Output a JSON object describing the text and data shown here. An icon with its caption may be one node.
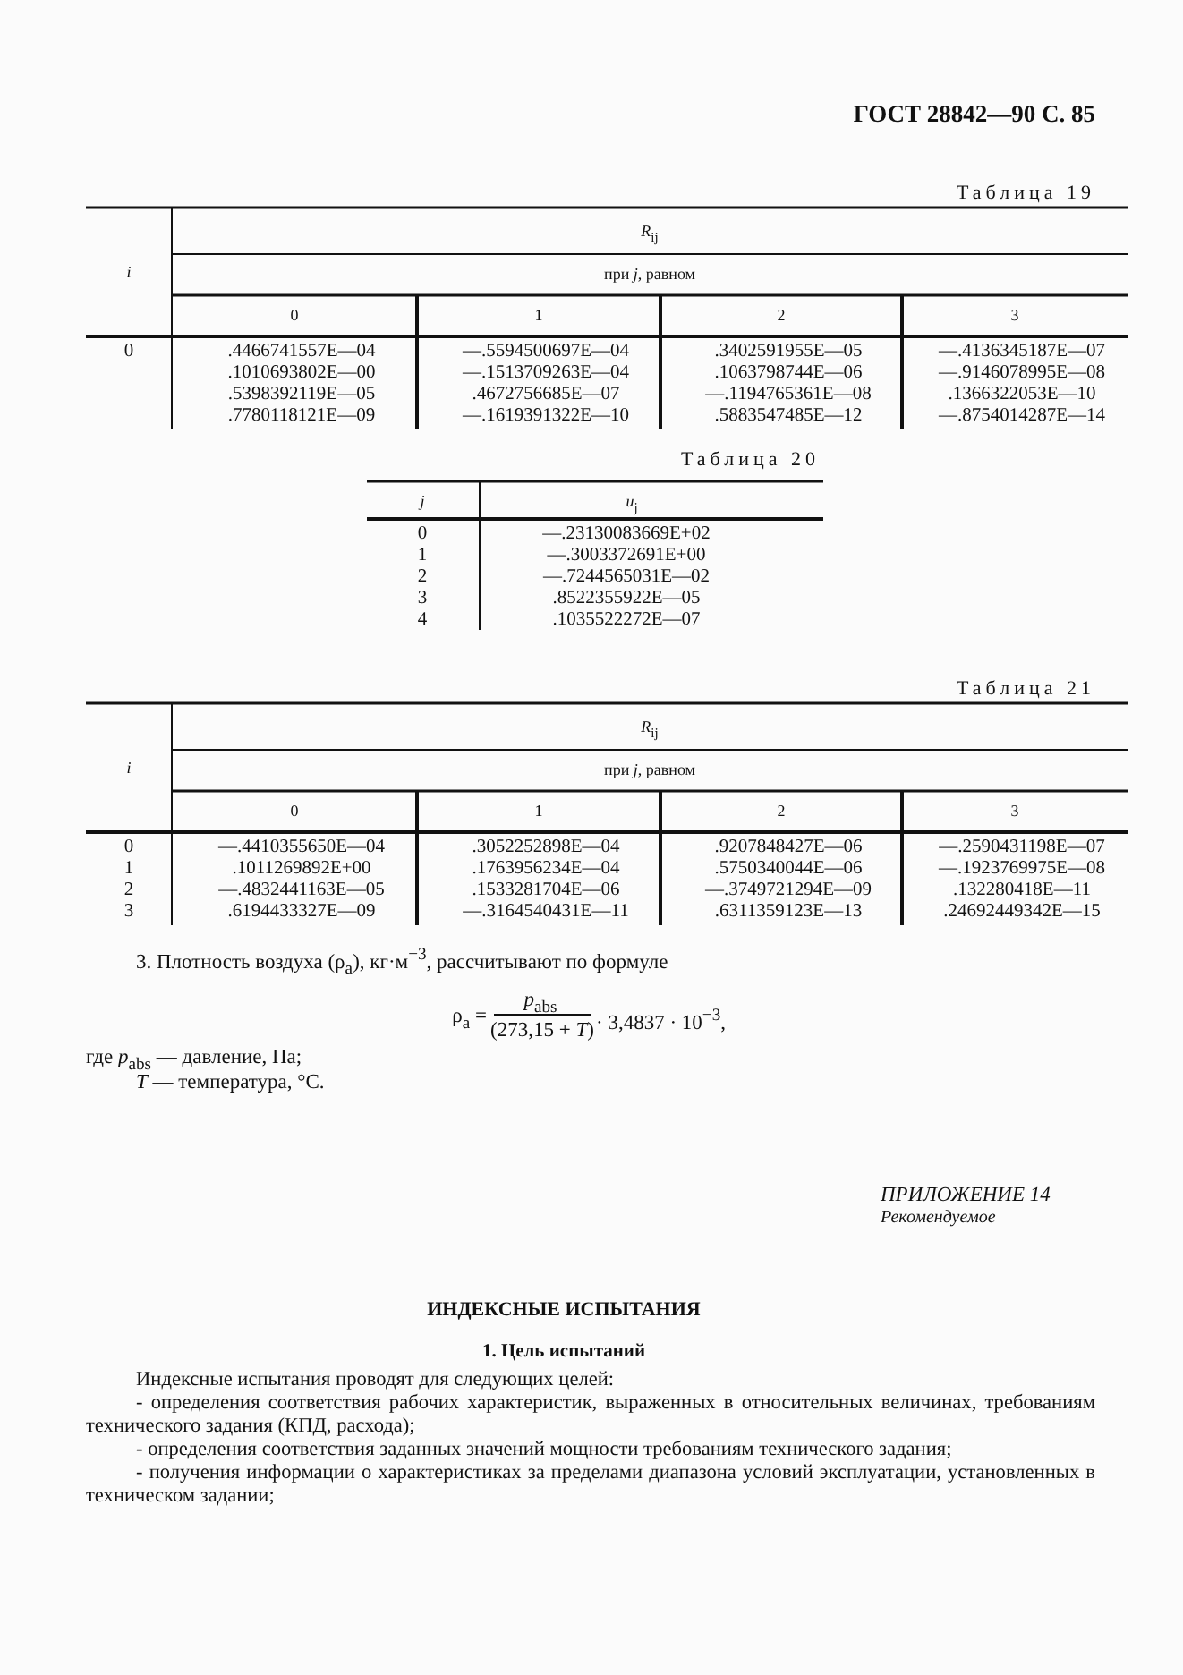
{
  "diagram": {
    "labels": [
      "ГОСТ 28842—90 С. 85",
      "Таблица 19",
      "*i*",
      "*R*$_{ij}$",
      "при *j*, равном",
      "0",
      "1",
      "2",
      "3",
      "0",
      ".4466741557E—04",
      "—.5594500697E—04",
      ".3402591955E—05",
      "—.4136345187E—07",
      ".1010693802E—00",
      "—.1513709263E—04",
      ".1063798744E—06",
      "—.9146078995E—08",
      ".5398392119E—05",
      ".4672756685E—07",
      "—.1194765361E—08",
      ".1366322053E—10",
      ".7780118121E—09",
      "—.1619391322E—10",
      ".5883547485E—12",
      "—.8754014287E—14",
      "Таблица 20",
      "*j*",
      "*u*$_{j}$",
      "0",
      "—.23130083669E+02",
      "1",
      "—.3003372691E+00",
      "2",
      "—.7244565031E—02",
      "3",
      ".8522355922E—05",
      "4",
      ".1035522272E—07",
      "Таблица 21",
      "*i*",
      "*R*$_{ij}$",
      "при *j*, равном",
      "0",
      "1",
      "2",
      "3",
      "0",
      "—.4410355650E—04",
      ".3052252898E—04",
      ".9207848427E—06",
      "—.2590431198E—07",
      "1",
      ".1011269892E+00",
      ".1763956234E—04",
      ".5750340044E—06",
      "—.1923769975E—08",
      "2",
      "—.4832441163E—05",
      ".1533281704E—06",
      "—.3749721294E—09",
      ".132280418E—11",
      "3",
      ".6194433327E—09",
      "—.3164540431E—11",
      ".6311359123E—13",
      ".24692449342E—15",
      "3. Плотность воздуха (ρ$_{a}$), кг·м$^{−3}$, рассчитывают по формуле",
      "ρ$_{a}$ =",
      "*p*$_{abs}$",
      "(273,15 + *T*)",
      "· 3,4837 · 10$^{−3}$,",
      "где *p*$_{abs}$ — давление, Па;",
      "*T* — температура, °C.",
      "ПРИЛОЖЕНИЕ 14",
      "Рекомендуемое",
      "ИНДЕКСНЫЕ ИСПЫТАНИЯ",
      "1. Цель испытаний",
      "Индексные испытания проводят для следующих целей:",
      "- определения соответствия рабочих характеристик, выраженных в относительных величинах, требованиям технического задания (КПД, расхода);",
      "- определения соответствия заданных значений мощности требованиям технического задания;",
      "- получения информации о характеристиках за пределами диапазона условий эксплуатации, установленных в техническом задании;"
    ]
  }
}
